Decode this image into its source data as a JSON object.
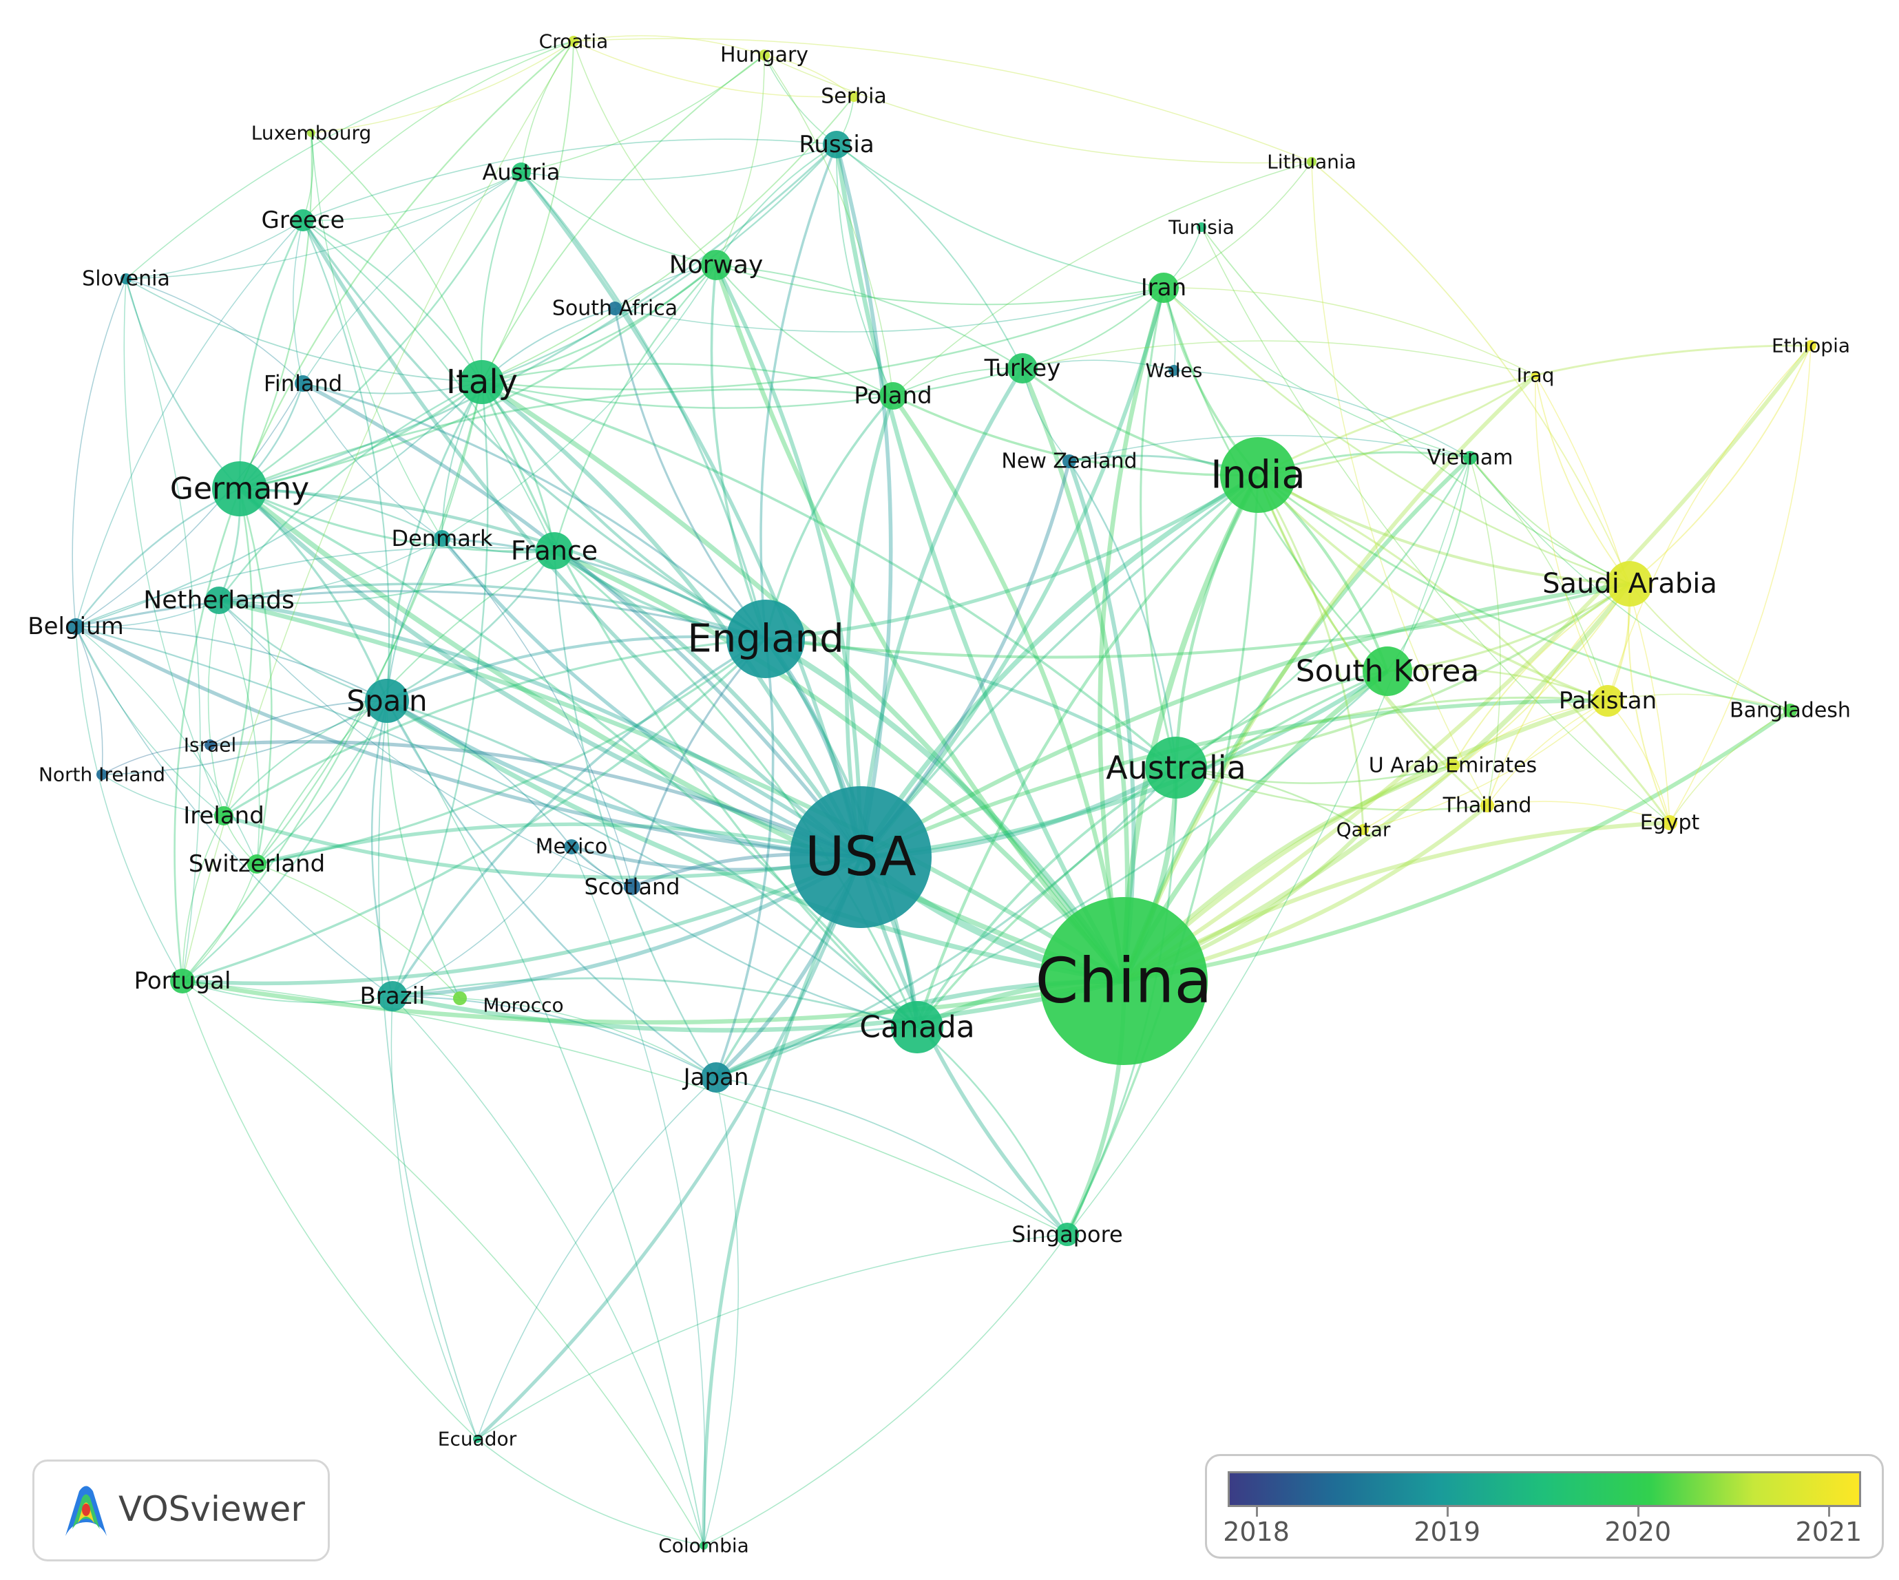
{
  "nodes": [
    {
      "label": "China",
      "year": 2020.0
    },
    {
      "label": "USA",
      "year": 2018.9
    },
    {
      "label": "England",
      "year": 2018.95
    },
    {
      "label": "India",
      "year": 2020.0
    },
    {
      "label": "Australia",
      "year": 2019.65
    },
    {
      "label": "South Korea",
      "year": 2020.0
    },
    {
      "label": "Canada",
      "year": 2019.5
    },
    {
      "label": "Germany",
      "year": 2019.5
    },
    {
      "label": "Italy",
      "year": 2019.6
    },
    {
      "label": "Spain",
      "year": 2019.0
    },
    {
      "label": "France",
      "year": 2019.55
    },
    {
      "label": "Saudi Arabia",
      "year": 2020.85
    },
    {
      "label": "Pakistan",
      "year": 2020.9
    },
    {
      "label": "Japan",
      "year": 2018.8
    },
    {
      "label": "Netherlands",
      "year": 2019.3
    },
    {
      "label": "Norway",
      "year": 2019.85
    },
    {
      "label": "Russia",
      "year": 2019.05
    },
    {
      "label": "Iran",
      "year": 2019.95
    },
    {
      "label": "Turkey",
      "year": 2019.75
    },
    {
      "label": "Poland",
      "year": 2019.9
    },
    {
      "label": "Brazil",
      "year": 2019.1
    },
    {
      "label": "Portugal",
      "year": 2019.9
    },
    {
      "label": "Greece",
      "year": 2019.5
    },
    {
      "label": "Austria",
      "year": 2019.6
    },
    {
      "label": "Singapore",
      "year": 2019.55
    },
    {
      "label": "Switzerland",
      "year": 2020.0
    },
    {
      "label": "Ireland",
      "year": 2020.0
    },
    {
      "label": "Denmark",
      "year": 2019.0
    },
    {
      "label": "Finland",
      "year": 2018.7
    },
    {
      "label": "Belgium",
      "year": 2018.6
    },
    {
      "label": "Scotland",
      "year": 2018.35
    },
    {
      "label": "Mexico",
      "year": 2018.6
    },
    {
      "label": "New Zealand",
      "year": 2018.55
    },
    {
      "label": "South Africa",
      "year": 2018.5
    },
    {
      "label": "Vietnam",
      "year": 2019.7
    },
    {
      "label": "Thailand",
      "year": 2020.95
    },
    {
      "label": "Egypt",
      "year": 2020.95
    },
    {
      "label": "Qatar",
      "year": 2020.85
    },
    {
      "label": "U Arab Emirates",
      "year": 2020.8
    },
    {
      "label": "Bangladesh",
      "year": 2020.15
    },
    {
      "label": "Iraq",
      "year": 2020.95
    },
    {
      "label": "Ethiopia",
      "year": 2021.0
    },
    {
      "label": "Wales",
      "year": 2018.6
    },
    {
      "label": "Tunisia",
      "year": 2019.5
    },
    {
      "label": "Lithuania",
      "year": 2020.5
    },
    {
      "label": "Croatia",
      "year": 2020.7
    },
    {
      "label": "Hungary",
      "year": 2020.6
    },
    {
      "label": "Serbia",
      "year": 2020.7
    },
    {
      "label": "Luxembourg",
      "year": 2020.5
    },
    {
      "label": "Slovenia",
      "year": 2018.8
    },
    {
      "label": "Israel",
      "year": 2018.3
    },
    {
      "label": "North Ireland",
      "year": 2018.4
    },
    {
      "label": "Morocco",
      "year": 2020.3
    },
    {
      "label": "Ecuador",
      "year": 2019.4
    },
    {
      "label": "Colombia",
      "year": 2019.7
    }
  ],
  "links": [
    [
      "China",
      "USA"
    ],
    [
      "China",
      "England"
    ],
    [
      "China",
      "India"
    ],
    [
      "China",
      "Australia"
    ],
    [
      "China",
      "South Korea"
    ],
    [
      "China",
      "Canada"
    ],
    [
      "China",
      "Singapore"
    ],
    [
      "China",
      "Saudi Arabia"
    ],
    [
      "China",
      "Pakistan"
    ],
    [
      "China",
      "Japan"
    ],
    [
      "China",
      "Germany"
    ],
    [
      "China",
      "Italy"
    ],
    [
      "China",
      "Spain"
    ],
    [
      "China",
      "France"
    ],
    [
      "China",
      "Iran"
    ],
    [
      "China",
      "Turkey"
    ],
    [
      "China",
      "Vietnam"
    ],
    [
      "China",
      "Thailand"
    ],
    [
      "China",
      "Egypt"
    ],
    [
      "China",
      "Qatar"
    ],
    [
      "China",
      "U Arab Emirates"
    ],
    [
      "China",
      "Bangladesh"
    ],
    [
      "China",
      "Norway"
    ],
    [
      "China",
      "Poland"
    ],
    [
      "China",
      "Brazil"
    ],
    [
      "China",
      "Netherlands"
    ],
    [
      "China",
      "Russia"
    ],
    [
      "China",
      "New Zealand"
    ],
    [
      "China",
      "Portugal"
    ],
    [
      "China",
      "Ethiopia"
    ],
    [
      "China",
      "Iraq"
    ],
    [
      "USA",
      "England"
    ],
    [
      "USA",
      "Canada"
    ],
    [
      "USA",
      "Australia"
    ],
    [
      "USA",
      "India"
    ],
    [
      "USA",
      "South Korea"
    ],
    [
      "USA",
      "Germany"
    ],
    [
      "USA",
      "Italy"
    ],
    [
      "USA",
      "Spain"
    ],
    [
      "USA",
      "France"
    ],
    [
      "USA",
      "Japan"
    ],
    [
      "USA",
      "Netherlands"
    ],
    [
      "USA",
      "Brazil"
    ],
    [
      "USA",
      "Scotland"
    ],
    [
      "USA",
      "Mexico"
    ],
    [
      "USA",
      "Singapore"
    ],
    [
      "USA",
      "Saudi Arabia"
    ],
    [
      "USA",
      "Switzerland"
    ],
    [
      "USA",
      "Ireland"
    ],
    [
      "USA",
      "Norway"
    ],
    [
      "USA",
      "Denmark"
    ],
    [
      "USA",
      "Israel"
    ],
    [
      "USA",
      "Portugal"
    ],
    [
      "USA",
      "Russia"
    ],
    [
      "USA",
      "Greece"
    ],
    [
      "USA",
      "Austria"
    ],
    [
      "USA",
      "Belgium"
    ],
    [
      "USA",
      "Finland"
    ],
    [
      "USA",
      "Turkey"
    ],
    [
      "USA",
      "Iran"
    ],
    [
      "USA",
      "Pakistan"
    ],
    [
      "USA",
      "Colombia"
    ],
    [
      "USA",
      "Ecuador"
    ],
    [
      "USA",
      "New Zealand"
    ],
    [
      "USA",
      "Poland"
    ],
    [
      "England",
      "Germany"
    ],
    [
      "England",
      "Italy"
    ],
    [
      "England",
      "Spain"
    ],
    [
      "England",
      "France"
    ],
    [
      "England",
      "Netherlands"
    ],
    [
      "England",
      "Australia"
    ],
    [
      "England",
      "India"
    ],
    [
      "England",
      "Canada"
    ],
    [
      "England",
      "Scotland"
    ],
    [
      "England",
      "Norway"
    ],
    [
      "England",
      "Denmark"
    ],
    [
      "England",
      "Greece"
    ],
    [
      "England",
      "Austria"
    ],
    [
      "England",
      "Russia"
    ],
    [
      "England",
      "Belgium"
    ],
    [
      "England",
      "Switzerland"
    ],
    [
      "England",
      "Ireland"
    ],
    [
      "England",
      "South Africa"
    ],
    [
      "England",
      "Saudi Arabia"
    ],
    [
      "England",
      "Japan"
    ],
    [
      "England",
      "Brazil"
    ],
    [
      "England",
      "Poland"
    ],
    [
      "England",
      "Finland"
    ],
    [
      "England",
      "Portugal"
    ],
    [
      "Germany",
      "Italy"
    ],
    [
      "Germany",
      "Spain"
    ],
    [
      "Germany",
      "France"
    ],
    [
      "Germany",
      "Netherlands"
    ],
    [
      "Germany",
      "Belgium"
    ],
    [
      "Germany",
      "Greece"
    ],
    [
      "Germany",
      "Austria"
    ],
    [
      "Germany",
      "Denmark"
    ],
    [
      "Germany",
      "Finland"
    ],
    [
      "Germany",
      "Switzerland"
    ],
    [
      "Germany",
      "Norway"
    ],
    [
      "Germany",
      "Slovenia"
    ],
    [
      "Germany",
      "Portugal"
    ],
    [
      "Germany",
      "Ireland"
    ],
    [
      "Germany",
      "Luxembourg"
    ],
    [
      "Germany",
      "Poland"
    ],
    [
      "Germany",
      "Russia"
    ],
    [
      "Germany",
      "Croatia"
    ],
    [
      "Italy",
      "Spain"
    ],
    [
      "Italy",
      "France"
    ],
    [
      "Italy",
      "Greece"
    ],
    [
      "Italy",
      "Austria"
    ],
    [
      "Italy",
      "Netherlands"
    ],
    [
      "Italy",
      "Belgium"
    ],
    [
      "Italy",
      "Norway"
    ],
    [
      "Italy",
      "Finland"
    ],
    [
      "Italy",
      "Denmark"
    ],
    [
      "Italy",
      "Switzerland"
    ],
    [
      "Italy",
      "Croatia"
    ],
    [
      "Italy",
      "Hungary"
    ],
    [
      "Italy",
      "Serbia"
    ],
    [
      "Italy",
      "Portugal"
    ],
    [
      "Italy",
      "Russia"
    ],
    [
      "Italy",
      "Poland"
    ],
    [
      "Italy",
      "Turkey"
    ],
    [
      "Italy",
      "Slovenia"
    ],
    [
      "Italy",
      "Luxembourg"
    ],
    [
      "Italy",
      "South Africa"
    ],
    [
      "Italy",
      "Iran"
    ],
    [
      "Italy",
      "Brazil"
    ],
    [
      "Italy",
      "Canada"
    ],
    [
      "Italy",
      "Australia"
    ],
    [
      "Spain",
      "France"
    ],
    [
      "Spain",
      "Netherlands"
    ],
    [
      "Spain",
      "Belgium"
    ],
    [
      "Spain",
      "Portugal"
    ],
    [
      "Spain",
      "Brazil"
    ],
    [
      "Spain",
      "Mexico"
    ],
    [
      "Spain",
      "Ireland"
    ],
    [
      "Spain",
      "Switzerland"
    ],
    [
      "Spain",
      "Greece"
    ],
    [
      "Spain",
      "Denmark"
    ],
    [
      "Spain",
      "Israel"
    ],
    [
      "Spain",
      "North Ireland"
    ],
    [
      "Spain",
      "Japan"
    ],
    [
      "Spain",
      "Canada"
    ],
    [
      "Spain",
      "Ecuador"
    ],
    [
      "Spain",
      "Colombia"
    ],
    [
      "Spain",
      "Morocco"
    ],
    [
      "France",
      "Netherlands"
    ],
    [
      "France",
      "Belgium"
    ],
    [
      "France",
      "Denmark"
    ],
    [
      "France",
      "Switzerland"
    ],
    [
      "France",
      "Canada"
    ],
    [
      "France",
      "Japan"
    ],
    [
      "France",
      "Norway"
    ],
    [
      "France",
      "Greece"
    ],
    [
      "Netherlands",
      "Belgium"
    ],
    [
      "Netherlands",
      "Denmark"
    ],
    [
      "Netherlands",
      "Switzerland"
    ],
    [
      "Netherlands",
      "Ireland"
    ],
    [
      "Belgium",
      "Slovenia"
    ],
    [
      "Belgium",
      "Finland"
    ],
    [
      "Belgium",
      "North Ireland"
    ],
    [
      "Belgium",
      "Ireland"
    ],
    [
      "Belgium",
      "Switzerland"
    ],
    [
      "Belgium",
      "Portugal"
    ],
    [
      "Belgium",
      "Greece"
    ],
    [
      "Belgium",
      "Brazil"
    ],
    [
      "Belgium",
      "Canada"
    ],
    [
      "India",
      "Saudi Arabia"
    ],
    [
      "India",
      "South Korea"
    ],
    [
      "India",
      "Australia"
    ],
    [
      "India",
      "Vietnam"
    ],
    [
      "India",
      "Pakistan"
    ],
    [
      "India",
      "Iran"
    ],
    [
      "India",
      "Bangladesh"
    ],
    [
      "India",
      "Egypt"
    ],
    [
      "India",
      "Thailand"
    ],
    [
      "India",
      "Qatar"
    ],
    [
      "India",
      "U Arab Emirates"
    ],
    [
      "India",
      "Turkey"
    ],
    [
      "India",
      "Iraq"
    ],
    [
      "India",
      "Ethiopia"
    ],
    [
      "India",
      "Canada"
    ],
    [
      "India",
      "Singapore"
    ],
    [
      "India",
      "Japan"
    ],
    [
      "India",
      "Poland"
    ],
    [
      "India",
      "New Zealand"
    ],
    [
      "Australia",
      "South Korea"
    ],
    [
      "Australia",
      "Canada"
    ],
    [
      "Australia",
      "Singapore"
    ],
    [
      "Australia",
      "Saudi Arabia"
    ],
    [
      "Australia",
      "Pakistan"
    ],
    [
      "Australia",
      "New Zealand"
    ],
    [
      "Australia",
      "Iran"
    ],
    [
      "Australia",
      "Vietnam"
    ],
    [
      "Australia",
      "Japan"
    ],
    [
      "Australia",
      "Thailand"
    ],
    [
      "Australia",
      "Qatar"
    ],
    [
      "Australia",
      "U Arab Emirates"
    ],
    [
      "Saudi Arabia",
      "Pakistan"
    ],
    [
      "Saudi Arabia",
      "Egypt"
    ],
    [
      "Saudi Arabia",
      "South Korea"
    ],
    [
      "Saudi Arabia",
      "Bangladesh"
    ],
    [
      "Saudi Arabia",
      "Vietnam"
    ],
    [
      "Saudi Arabia",
      "Ethiopia"
    ],
    [
      "Saudi Arabia",
      "Iraq"
    ],
    [
      "Saudi Arabia",
      "Thailand"
    ],
    [
      "Saudi Arabia",
      "Qatar"
    ],
    [
      "Saudi Arabia",
      "U Arab Emirates"
    ],
    [
      "Saudi Arabia",
      "Iran"
    ],
    [
      "Saudi Arabia",
      "Lithuania"
    ],
    [
      "Saudi Arabia",
      "Tunisia"
    ],
    [
      "Pakistan",
      "South Korea"
    ],
    [
      "Pakistan",
      "Egypt"
    ],
    [
      "Pakistan",
      "Thailand"
    ],
    [
      "Pakistan",
      "Qatar"
    ],
    [
      "Pakistan",
      "U Arab Emirates"
    ],
    [
      "Pakistan",
      "Bangladesh"
    ],
    [
      "Pakistan",
      "Vietnam"
    ],
    [
      "Pakistan",
      "Iraq"
    ],
    [
      "South Korea",
      "Vietnam"
    ],
    [
      "South Korea",
      "Japan"
    ],
    [
      "South Korea",
      "Canada"
    ],
    [
      "South Korea",
      "Iran"
    ],
    [
      "Canada",
      "Japan"
    ],
    [
      "Canada",
      "Singapore"
    ],
    [
      "Canada",
      "Brazil"
    ],
    [
      "Canada",
      "Mexico"
    ],
    [
      "Canada",
      "Germany"
    ],
    [
      "Japan",
      "Singapore"
    ],
    [
      "Japan",
      "Brazil"
    ],
    [
      "Japan",
      "Colombia"
    ],
    [
      "Japan",
      "Ecuador"
    ],
    [
      "Norway",
      "Russia"
    ],
    [
      "Norway",
      "Poland"
    ],
    [
      "Norway",
      "Turkey"
    ],
    [
      "Norway",
      "South Africa"
    ],
    [
      "Norway",
      "Austria"
    ],
    [
      "Norway",
      "Hungary"
    ],
    [
      "Norway",
      "Croatia"
    ],
    [
      "Norway",
      "Iran"
    ],
    [
      "Norway",
      "Denmark"
    ],
    [
      "Russia",
      "Poland"
    ],
    [
      "Russia",
      "Turkey"
    ],
    [
      "Russia",
      "Serbia"
    ],
    [
      "Russia",
      "Hungary"
    ],
    [
      "Russia",
      "Iran"
    ],
    [
      "Russia",
      "Austria"
    ],
    [
      "Russia",
      "Greece"
    ],
    [
      "Iran",
      "Turkey"
    ],
    [
      "Iran",
      "Tunisia"
    ],
    [
      "Iran",
      "Iraq"
    ],
    [
      "Iran",
      "Vietnam"
    ],
    [
      "Iran",
      "Wales"
    ],
    [
      "Turkey",
      "Poland"
    ],
    [
      "Turkey",
      "Wales"
    ],
    [
      "Turkey",
      "New Zealand"
    ],
    [
      "Turkey",
      "Iraq"
    ],
    [
      "Greece",
      "Austria"
    ],
    [
      "Greece",
      "Slovenia"
    ],
    [
      "Greece",
      "Luxembourg"
    ],
    [
      "Greece",
      "Croatia"
    ],
    [
      "Greece",
      "Finland"
    ],
    [
      "Austria",
      "Croatia"
    ],
    [
      "Austria",
      "Hungary"
    ],
    [
      "Austria",
      "Slovenia"
    ],
    [
      "Austria",
      "Finland"
    ],
    [
      "Croatia",
      "Hungary"
    ],
    [
      "Croatia",
      "Serbia"
    ],
    [
      "Croatia",
      "Luxembourg"
    ],
    [
      "Croatia",
      "Slovenia"
    ],
    [
      "Croatia",
      "Lithuania"
    ],
    [
      "Croatia",
      "Portugal"
    ],
    [
      "Hungary",
      "Serbia"
    ],
    [
      "Hungary",
      "Lithuania"
    ],
    [
      "Hungary",
      "Poland"
    ],
    [
      "Portugal",
      "Brazil"
    ],
    [
      "Portugal",
      "Ireland"
    ],
    [
      "Portugal",
      "Switzerland"
    ],
    [
      "Portugal",
      "Singapore"
    ],
    [
      "Portugal",
      "Ecuador"
    ],
    [
      "Portugal",
      "Colombia"
    ],
    [
      "Brazil",
      "Mexico"
    ],
    [
      "Brazil",
      "Morocco"
    ],
    [
      "Brazil",
      "Ecuador"
    ],
    [
      "Brazil",
      "Colombia"
    ],
    [
      "Singapore",
      "Ecuador"
    ],
    [
      "Singapore",
      "Colombia"
    ],
    [
      "Singapore",
      "Vietnam"
    ],
    [
      "Scotland",
      "Mexico"
    ],
    [
      "Scotland",
      "Denmark"
    ],
    [
      "Scotland",
      "Netherlands"
    ],
    [
      "Ireland",
      "Switzerland"
    ],
    [
      "Ireland",
      "North Ireland"
    ],
    [
      "Israel",
      "North Ireland"
    ],
    [
      "Slovenia",
      "Finland"
    ],
    [
      "Slovenia",
      "Ireland"
    ],
    [
      "Slovenia",
      "Portugal"
    ],
    [
      "Lithuania",
      "Poland"
    ],
    [
      "Lithuania",
      "Iran"
    ],
    [
      "Lithuania",
      "Thailand"
    ],
    [
      "Ethiopia",
      "Egypt"
    ],
    [
      "Ethiopia",
      "Pakistan"
    ],
    [
      "Egypt",
      "Bangladesh"
    ],
    [
      "Egypt",
      "Thailand"
    ],
    [
      "Vietnam",
      "Thailand"
    ],
    [
      "Vietnam",
      "Bangladesh"
    ],
    [
      "Iraq",
      "Egypt"
    ],
    [
      "Tunisia",
      "Egypt"
    ],
    [
      "New Zealand",
      "Vietnam"
    ],
    [
      "Morocco",
      "Switzerland"
    ],
    [
      "Morocco",
      "Japan"
    ],
    [
      "Luxembourg",
      "Denmark"
    ],
    [
      "Denmark",
      "Finland"
    ],
    [
      "South Africa",
      "Iran"
    ],
    [
      "Wales",
      "Vietnam"
    ],
    [
      "Ecuador",
      "Colombia"
    ],
    [
      "Mexico",
      "Colombia"
    ]
  ],
  "legend": {
    "ticks": [
      "2018",
      "2019",
      "2020",
      "2021"
    ],
    "colors": [
      "#3b3c85",
      "#1f6d96",
      "#1a9b9a",
      "#1fc07a",
      "#32d04e",
      "#c7e83a",
      "#fde725"
    ]
  },
  "brand": {
    "name": "VOSviewer"
  }
}
